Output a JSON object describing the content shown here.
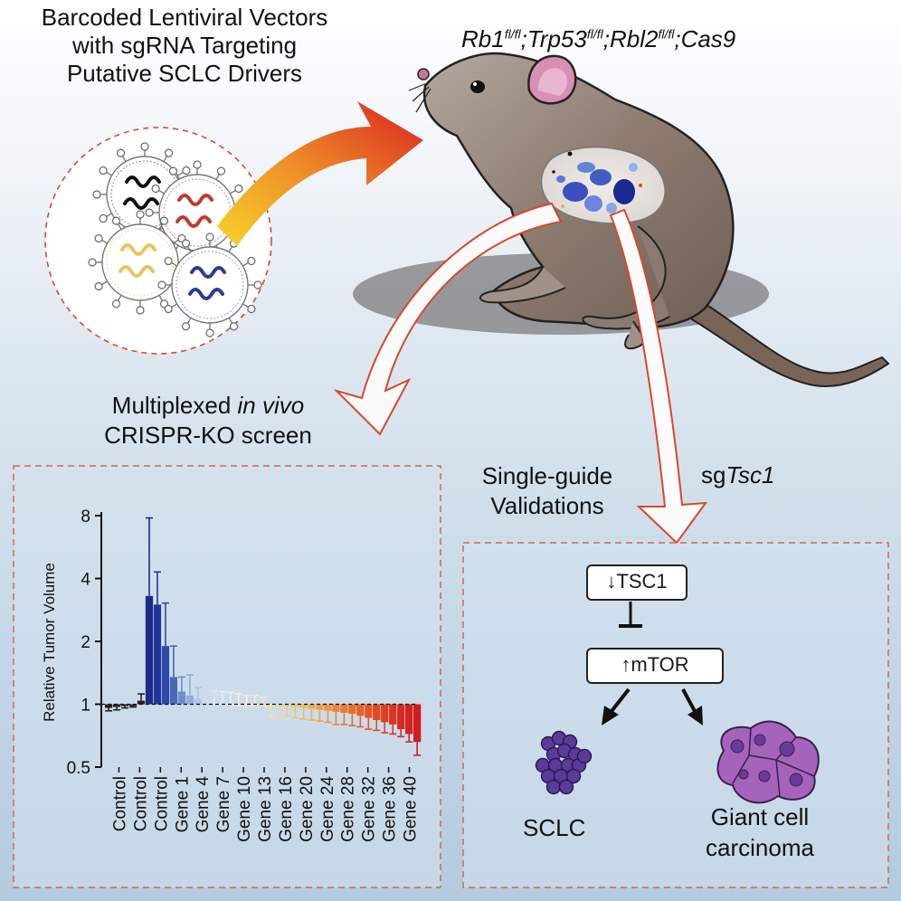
{
  "header": {
    "vectors_title_lines": [
      "Barcoded Lentiviral Vectors",
      "with sgRNA Targeting",
      "Putative SCLC Drivers"
    ],
    "mouse_genotype": {
      "g1": "Rb1",
      "g1_sup": "fl/fl",
      "g2": "Trp53",
      "g2_sup": "fl/fl",
      "g3": "Rbl2",
      "g3_sup": "fl/fl",
      "g4": "Cas9"
    }
  },
  "screen": {
    "label_line1_pre": "Multiplexed ",
    "label_line1_italic": "in vivo",
    "label_line2": "CRISPR-KO screen"
  },
  "validation": {
    "label_line1": "Single-guide",
    "label_line2": "Validations",
    "sg_prefix": "sg",
    "sg_gene": "Tsc1"
  },
  "pathway": {
    "tsc1_arrow": "↓",
    "tsc1_label": "TSC1",
    "mtor_arrow": "↑",
    "mtor_label": "mTOR",
    "outcome_left": "SCLC",
    "outcome_right_lines": [
      "Giant cell",
      "carcinoma"
    ]
  },
  "chart_data": {
    "type": "bar",
    "ylabel": "Relative Tumor Volume",
    "yscale": "log2",
    "ylim": [
      0.5,
      8
    ],
    "yticks": [
      0.5,
      1,
      2,
      4,
      8
    ],
    "yticklabels": [
      "0.5",
      "1",
      "2",
      "4",
      "8"
    ],
    "reference_line": 1,
    "xticklabels": [
      "Control",
      "Control",
      "Control",
      "Gene 1",
      "Gene 4",
      "Gene 7",
      "Gene 10",
      "Gene 13",
      "Gene 16",
      "Gene 20",
      "Gene 24",
      "Gene 28",
      "Gene 32",
      "Gene 36",
      "Gene 40"
    ],
    "values": [
      0.96,
      0.97,
      0.98,
      0.99,
      1.04,
      3.3,
      3.0,
      1.9,
      1.35,
      1.15,
      1.1,
      1.06,
      1.04,
      1.02,
      1.01,
      1.005,
      1.0,
      1.0,
      0.995,
      0.99,
      0.985,
      0.98,
      0.975,
      0.97,
      0.96,
      0.95,
      0.94,
      0.93,
      0.92,
      0.91,
      0.9,
      0.88,
      0.86,
      0.84,
      0.82,
      0.8,
      0.76,
      0.72,
      0.66
    ],
    "errors_upper": [
      0.93,
      0.94,
      0.96,
      0.97,
      1.12,
      7.8,
      4.3,
      3.05,
      1.9,
      1.35,
      1.38,
      1.2,
      1.18,
      1.16,
      1.15,
      1.14,
      1.12,
      1.1,
      1.1,
      1.08,
      0.87,
      0.86,
      0.88,
      0.86,
      0.85,
      0.84,
      0.83,
      0.82,
      0.8,
      0.8,
      0.79,
      0.78,
      0.76,
      0.75,
      0.73,
      0.72,
      0.7,
      0.66,
      0.57
    ],
    "colors": [
      "#222222",
      "#222222",
      "#222222",
      "#222222",
      "#222222",
      "#1f2a86",
      "#223597",
      "#2d4aa6",
      "#4a68b6",
      "#6f8fc8",
      "#92acd8",
      "#b2c5e4",
      "#cdd9ee",
      "#dde6f3",
      "#e6ecf5",
      "#ecf0f3",
      "#f3f2e6",
      "#f5f2d6",
      "#f5eecb",
      "#f6e8b6",
      "#f6e2a6",
      "#f5d992",
      "#f4cf7f",
      "#f3c46e",
      "#f2b960",
      "#f1ad52",
      "#f0a046",
      "#ee943d",
      "#ec8735",
      "#ea7a2f",
      "#e86e2b",
      "#e56228",
      "#e25626",
      "#df4a24",
      "#dc3f22",
      "#d93520",
      "#d62c1f",
      "#d3241e",
      "#cf1c1c"
    ]
  },
  "colors": {
    "accent_red": "#d9472a",
    "dash_border": "#d06a4a",
    "mouse_body": "#8e7a6e",
    "mouse_dark": "#6e5d52",
    "ear_pink": "#d98fb4",
    "sclc_purple": "#5a3a9a",
    "giant_purple": "#9a58b4"
  }
}
